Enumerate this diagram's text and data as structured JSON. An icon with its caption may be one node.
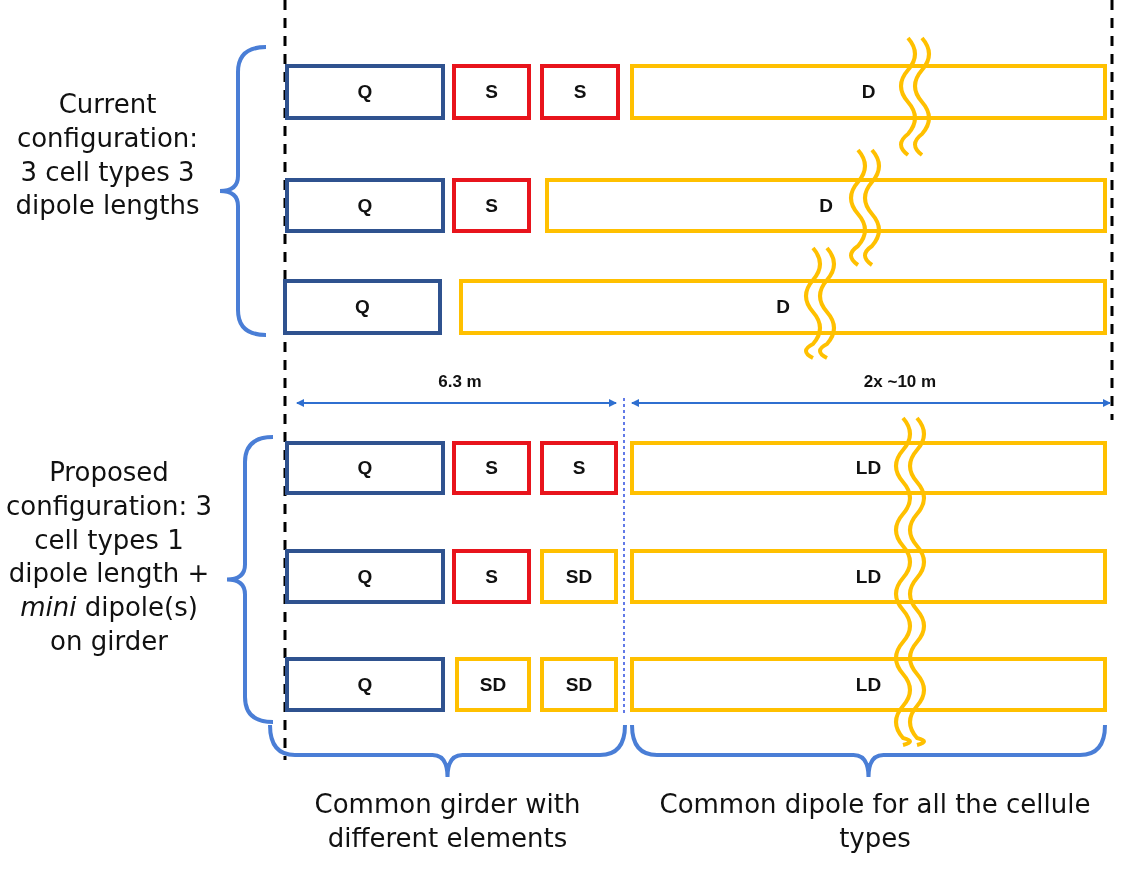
{
  "diagram": {
    "nodes": [
      {
        "text": [
          "Q"
        ]
      },
      {
        "text": [
          "S"
        ]
      },
      {
        "text": [
          "S"
        ]
      },
      {
        "text": [
          "D"
        ]
      },
      {
        "text": [
          "Q"
        ]
      },
      {
        "text": [
          "S"
        ]
      },
      {
        "text": [
          "D"
        ]
      },
      {
        "text": [
          "Q"
        ]
      },
      {
        "text": [
          "D"
        ]
      },
      {
        "text": [
          "Q"
        ]
      },
      {
        "text": [
          "S"
        ]
      },
      {
        "text": [
          "S"
        ]
      },
      {
        "text": [
          "LD"
        ]
      },
      {
        "text": [
          "Q"
        ]
      },
      {
        "text": [
          "S"
        ]
      },
      {
        "text": [
          "SD"
        ]
      },
      {
        "text": [
          "LD"
        ]
      },
      {
        "text": [
          "Q"
        ]
      },
      {
        "text": [
          "SD"
        ]
      },
      {
        "text": [
          "SD"
        ]
      },
      {
        "text": [
          "LD"
        ]
      }
    ],
    "edges": [],
    "labels": [
      "Current configuration: 3 cell types 3 dipole lengths",
      "6.3 m",
      "2x ~10 m",
      "Proposed configuration: 3 cell types 1 dipole length + *mini* dipole(s) on girder",
      "Common girder with different elements",
      "Common dipole for all the cellule types"
    ]
  }
}
